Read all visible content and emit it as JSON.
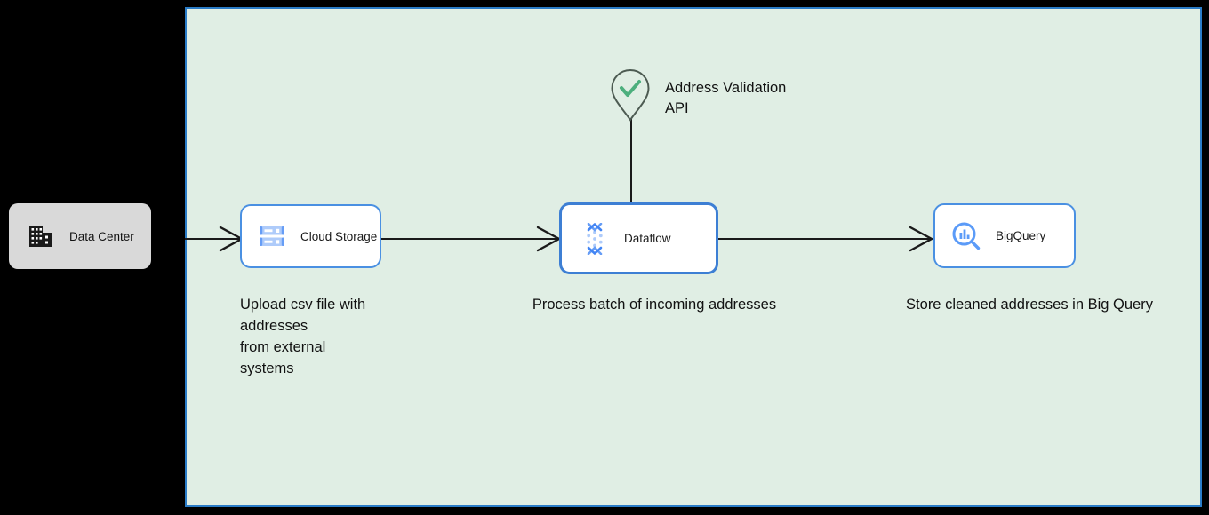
{
  "diagram": {
    "container": {
      "name": "google-cloud-platform-boundary",
      "fill_color": "#e0eee4",
      "border_color": "#2a7cc7"
    },
    "nodes": [
      {
        "id": "data-center",
        "label": "Data Center",
        "icon": "building-icon",
        "style": "onprem-grey"
      },
      {
        "id": "cloud-storage",
        "label": "Cloud Storage",
        "icon": "cloud-storage-icon",
        "style": "gcp-white",
        "selected": false
      },
      {
        "id": "dataflow",
        "label": "Dataflow",
        "icon": "dataflow-icon",
        "style": "gcp-white",
        "selected": true
      },
      {
        "id": "bigquery",
        "label": "BigQuery",
        "icon": "bigquery-icon",
        "style": "gcp-white",
        "selected": false
      }
    ],
    "api": {
      "label_line1": "Address Validation",
      "label_line2": "API",
      "icon": "map-pin-check-icon",
      "pin_color": "#4d5b52",
      "check_color": "#4caf7d"
    },
    "captions": {
      "upload": "Upload csv file with addresses\nfrom external systems",
      "upload_line1": "Upload csv file with",
      "upload_line2": "addresses",
      "upload_line3": "from external",
      "upload_line4": "systems",
      "process": "Process batch of incoming addresses",
      "store": "Store cleaned addresses in Big Query"
    },
    "colors": {
      "gcp_blue": "#4285f4",
      "node_border": "#4a90e2",
      "selected_border": "#3d7fd4",
      "arrow": "#1a1a1a",
      "canvas": "#000000"
    }
  }
}
